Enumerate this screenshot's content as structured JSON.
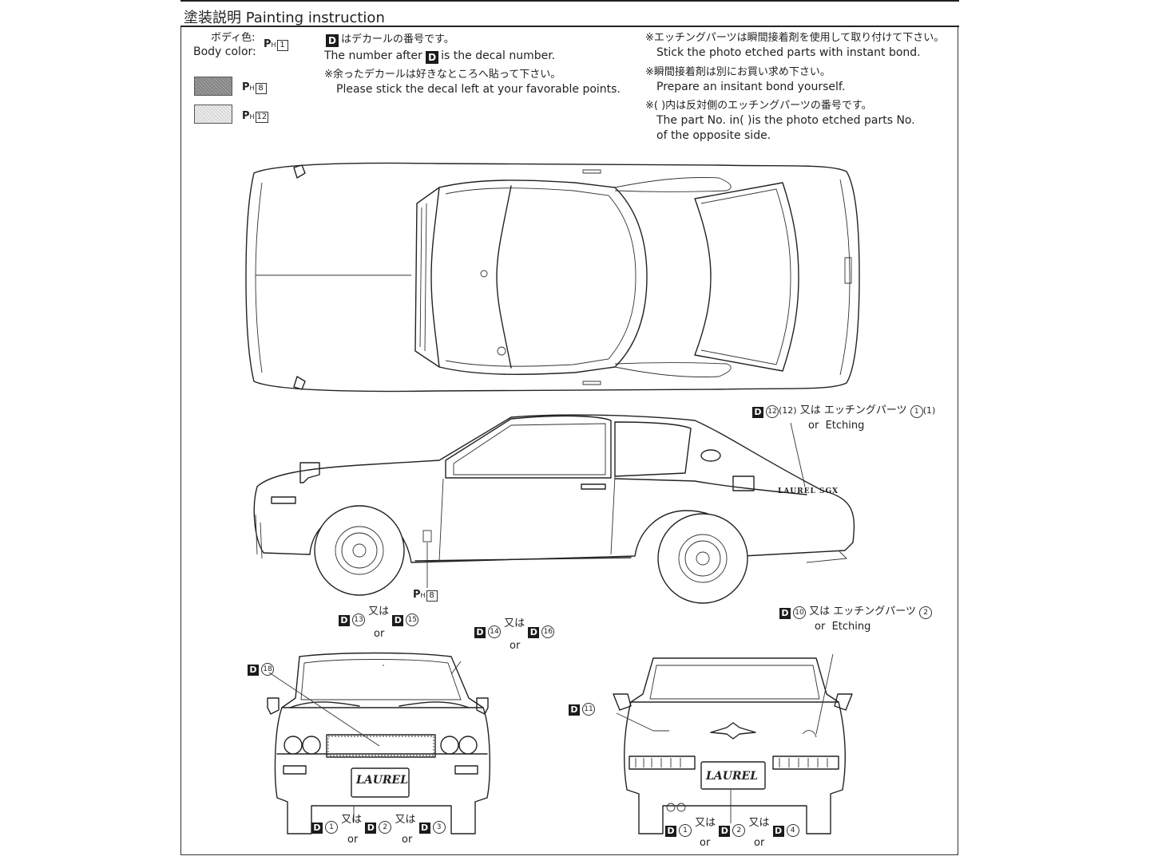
{
  "header": {
    "title": "塗装説明 Painting instruction"
  },
  "body_color": {
    "label_ja": "ボディ色:",
    "label_en": "Body color:",
    "paint_main": {
      "prefix": "P",
      "sub": "H",
      "code": "1"
    },
    "swatches": [
      {
        "prefix": "P",
        "sub": "H",
        "code": "8",
        "color": "#8a8a8a"
      },
      {
        "prefix": "P",
        "sub": "H",
        "code": "12",
        "color": "#dedede"
      }
    ]
  },
  "decal_notes": {
    "d_mark": "D",
    "line1_ja": "はデカールの番号です。",
    "line2_en_a": "The number after",
    "line2_en_b": "is the decal number.",
    "line3_ja": "※余ったデカールは好きなところへ貼って下さい。",
    "line4_en": "Please stick the decal left at your favorable points."
  },
  "etching_notes": {
    "n1_ja": "※エッチングパーツは瞬間接着剤を使用して取り付けて下さい。",
    "n1_en": "Stick the photo etched parts with instant bond.",
    "n2_ja": "※瞬間接着剤は別にお買い求め下さい。",
    "n2_en": "Prepare an insitant bond yourself.",
    "n3_ja": "※(  )内は反対側のエッチングパーツの番号です。",
    "n3_en_a": "The part No. in(  )is the photo etched parts No.",
    "n3_en_b": "of the opposite side."
  },
  "callouts": {
    "side_badge": {
      "d": "D",
      "num": "12",
      "paren": "(12)",
      "ja": "又は エッチングパーツ",
      "part": "1",
      "part_paren": "(1)",
      "or": "or",
      "etching": "Etching"
    },
    "side_paint": {
      "prefix": "P",
      "sub": "H",
      "code": "8"
    },
    "front_top": {
      "d1": "D",
      "n1": "13",
      "ja": "又は",
      "or": "or",
      "d2": "D",
      "n2": "15"
    },
    "front_right": {
      "d1": "D",
      "n1": "14",
      "ja": "又は",
      "or": "or",
      "d2": "D",
      "n2": "16"
    },
    "front_left": {
      "d": "D",
      "n": "18"
    },
    "front_bottom": {
      "a": "1",
      "ja1": "又は",
      "or1": "or",
      "b": "2",
      "ja2": "又は",
      "or2": "or",
      "c": "3",
      "d": "D"
    },
    "rear_top": {
      "d": "D",
      "n": "10",
      "ja": "又は エッチングパーツ",
      "part": "2",
      "or": "or",
      "etching": "Etching"
    },
    "rear_left": {
      "d": "D",
      "n": "11"
    },
    "rear_bottom": {
      "a": "1",
      "ja1": "又は",
      "or1": "or",
      "b": "2",
      "ja2": "又は",
      "or2": "or",
      "c": "4",
      "d": "D"
    }
  },
  "car_text": {
    "side_emblem": "LAUREL SGX",
    "front_plate": "LAUREL",
    "rear_plate": "LAUREL"
  }
}
